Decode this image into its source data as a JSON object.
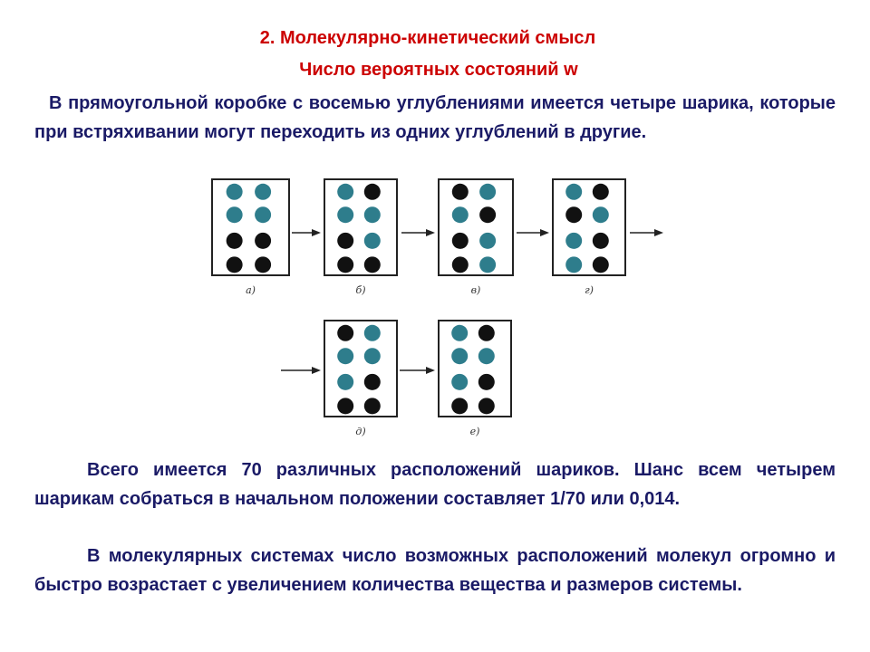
{
  "header": {
    "title": "2. Молекулярно-кинетический смысл",
    "subtitle": "Число вероятных состояний w"
  },
  "intro": "В прямоугольной коробке с восемью углублениями имеется четыре шарика, которые при встряхивании могут переходить из одних углублений в другие.",
  "diagram": {
    "colors": {
      "blue": "#2e7d8c",
      "black": "#111111",
      "frame": "#222222"
    },
    "boxes": [
      {
        "label": "а)",
        "balls": [
          "blue",
          "blue",
          "blue",
          "blue",
          "black",
          "black",
          "black",
          "black"
        ]
      },
      {
        "label": "б)",
        "balls": [
          "blue",
          "black",
          "blue",
          "blue",
          "black",
          "blue",
          "black",
          "black"
        ]
      },
      {
        "label": "в)",
        "balls": [
          "black",
          "blue",
          "blue",
          "black",
          "black",
          "blue",
          "black",
          "blue"
        ]
      },
      {
        "label": "г)",
        "balls": [
          "blue",
          "black",
          "black",
          "blue",
          "blue",
          "black",
          "blue",
          "black"
        ]
      },
      {
        "label": "д)",
        "balls": [
          "black",
          "blue",
          "blue",
          "blue",
          "blue",
          "black",
          "black",
          "black"
        ]
      },
      {
        "label": "е)",
        "balls": [
          "blue",
          "black",
          "blue",
          "blue",
          "blue",
          "black",
          "black",
          "black"
        ]
      }
    ]
  },
  "paragraphs": {
    "total": "Всего имеется 70 различных расположений шариков. Шанс всем четырем шарикам собраться в начальном положении составляет 1/70 или 0,014.",
    "molecular": "В молекулярных системах число возможных расположений молекул огромно и быстро возрастает с увеличением количества вещества и размеров системы."
  }
}
